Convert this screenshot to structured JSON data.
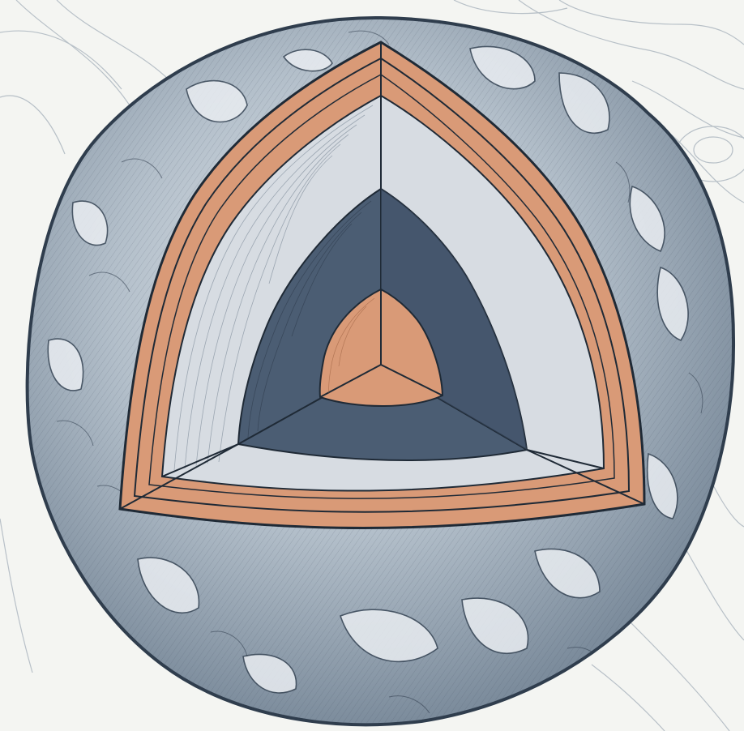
{
  "colors": {
    "background": "#f4f5f2",
    "contour_line": "#a9b3bd",
    "rock_fill": "#9aa8b5",
    "rock_light": "#d3dae1",
    "rock_outline": "#2f3d4d",
    "crust_copper": "#d99a77",
    "mantle_pale": "#d7dce2",
    "outer_core_slate": "#4b5d73",
    "inner_core_copper": "#d99a77",
    "layer_line": "#1f2a36"
  },
  "layers": [
    {
      "id": "crust",
      "fill": "crust_copper"
    },
    {
      "id": "upper-mantle",
      "fill": "mantle_pale"
    },
    {
      "id": "outer-core",
      "fill": "outer_core_slate"
    },
    {
      "id": "inner-core",
      "fill": "inner_core_copper"
    }
  ]
}
